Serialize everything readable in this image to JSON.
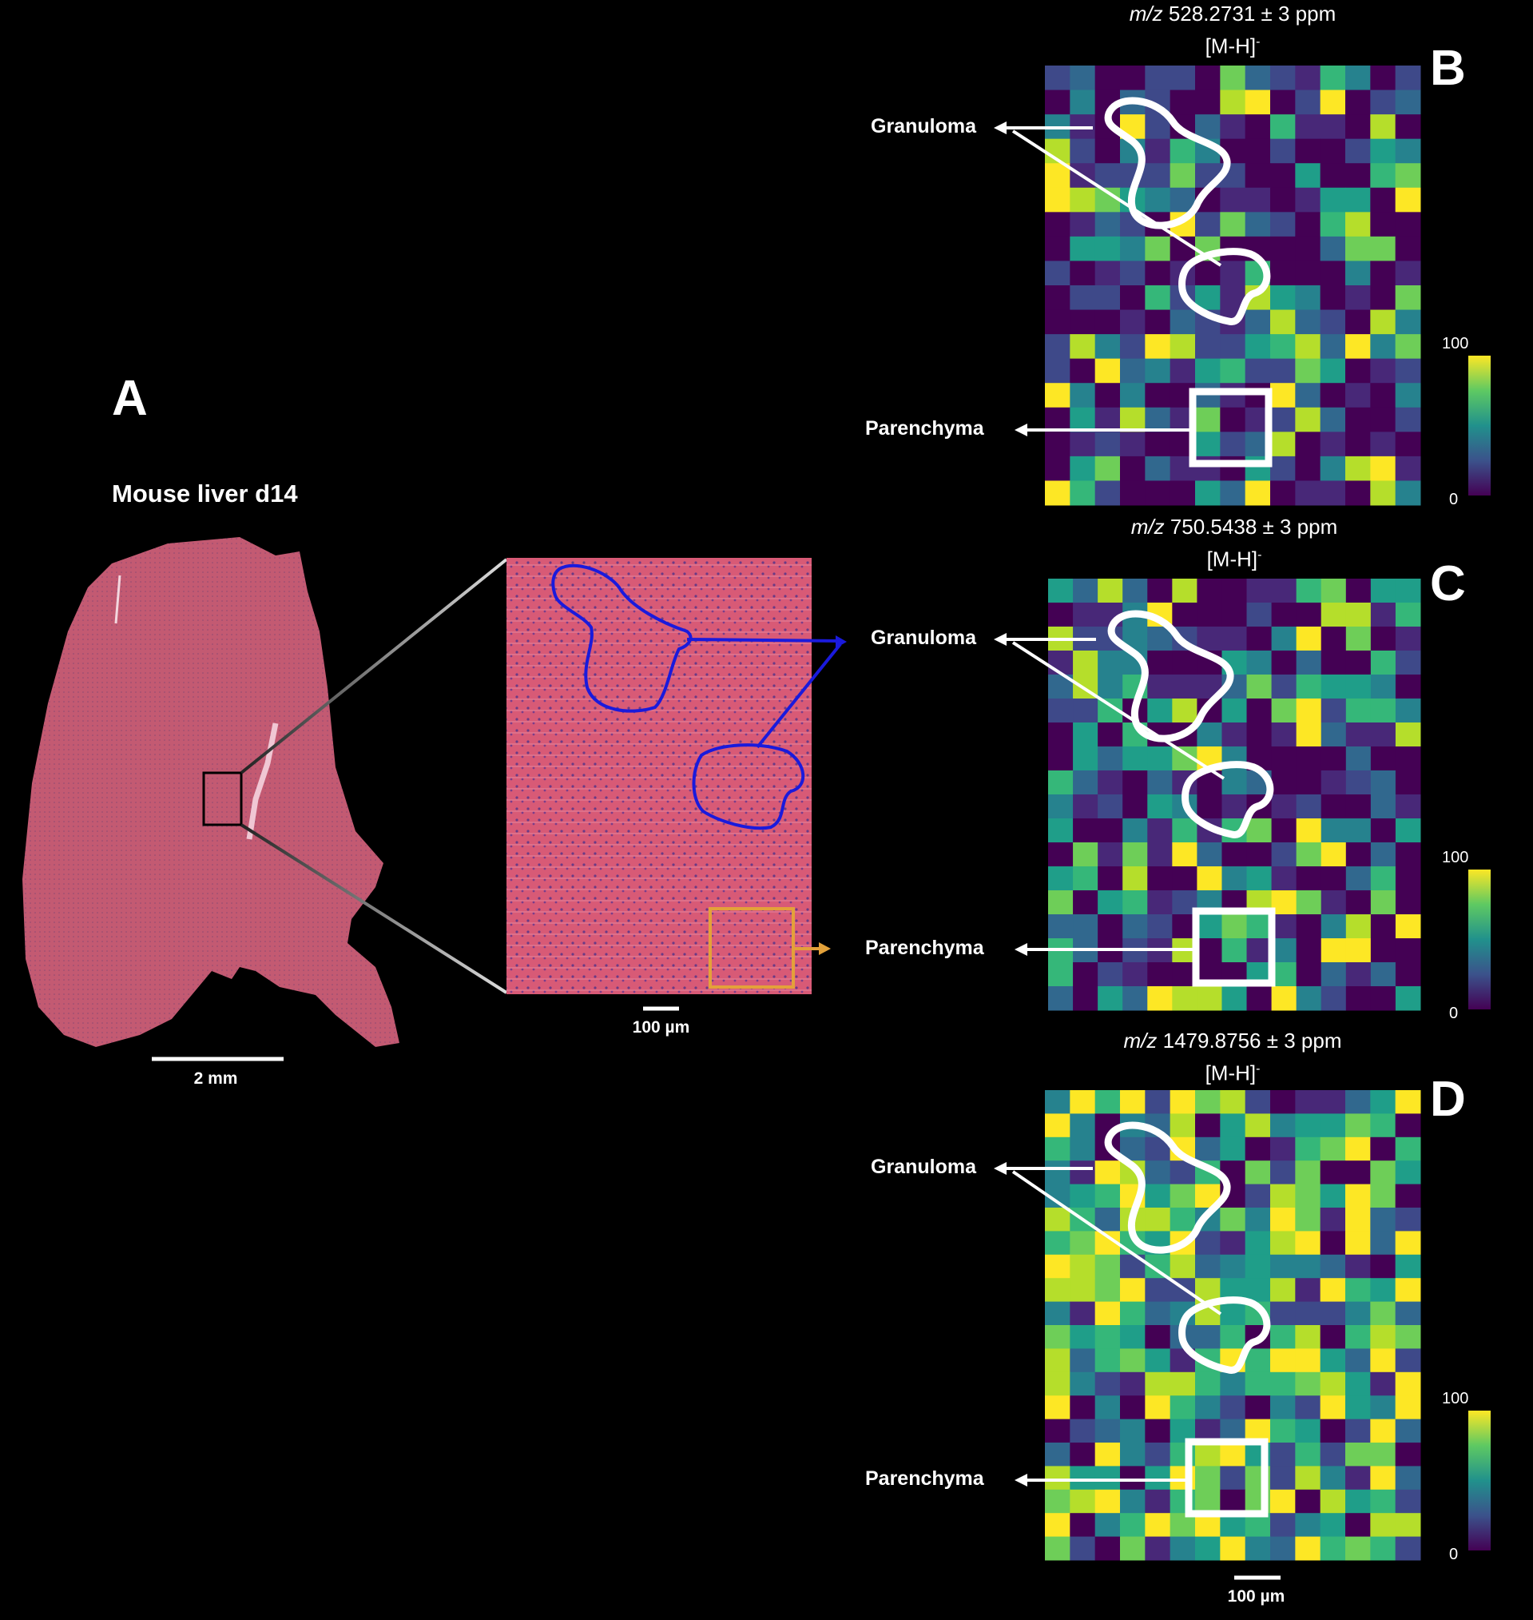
{
  "panel_a": {
    "letter": "A",
    "title": "Mouse liver d14",
    "scale_whole": "2 mm",
    "scale_zoom": "100 µm"
  },
  "msi_panels": [
    {
      "letter": "B",
      "mz_prefix": "m/z",
      "mz_value": "528.2731 ± 3 ppm",
      "adduct": "[M-H]",
      "adduct_sup": "-",
      "granuloma_label": "Granuloma",
      "parenchyma_label": "Parenchyma",
      "cb_max": "100",
      "cb_min": "0"
    },
    {
      "letter": "C",
      "mz_prefix": "m/z",
      "mz_value": "750.5438 ± 3 ppm",
      "adduct": "[M-H]",
      "adduct_sup": "-",
      "granuloma_label": "Granuloma",
      "parenchyma_label": "Parenchyma",
      "cb_max": "100",
      "cb_min": "0"
    },
    {
      "letter": "D",
      "mz_prefix": "m/z",
      "mz_value": "1479.8756 ± 3 ppm",
      "adduct": "[M-H]",
      "adduct_sup": "-",
      "granuloma_label": "Granuloma",
      "parenchyma_label": "Parenchyma",
      "cb_max": "100",
      "cb_min": "0"
    }
  ],
  "scale_msi": "100 µm",
  "colors": {
    "background": "#000000",
    "tissue": "#c75b74",
    "granuloma_outline_he": "#1a1adc",
    "parenchyma_box_he": "#e3a13a",
    "annotation": "#ffffff"
  },
  "colormap": "viridis"
}
